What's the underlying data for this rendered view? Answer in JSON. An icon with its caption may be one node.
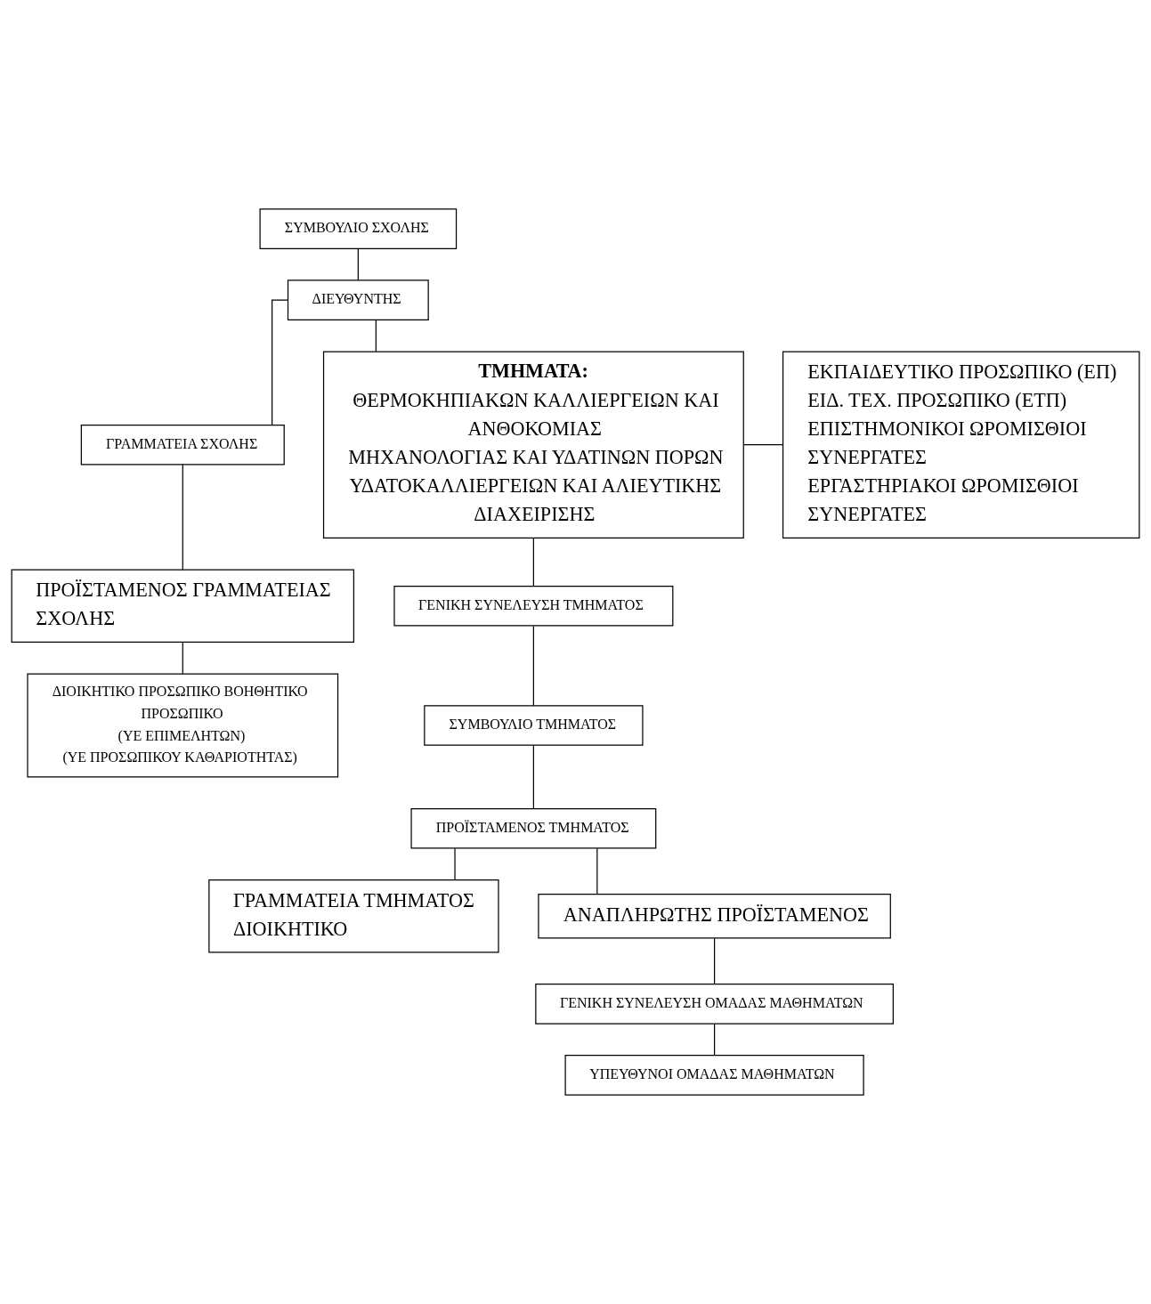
{
  "diagram": {
    "nodes": [
      {
        "text": [
          "ΣΥΜΒΟΥΛΙΟ ΣΧΟΛΗΣ"
        ]
      },
      {
        "text": [
          "ΔΙΕΥΘΥΝΤΗΣ"
        ]
      },
      {
        "text": [
          "ΓΡΑΜΜΑΤΕΙΑ ΣΧΟΛΗΣ"
        ]
      },
      {
        "text": [
          "ΠΡΟΪΣΤΑΜΕΝΟΣ ΓΡΑΜΜΑΤΕΙΑΣ  ΣΧΟΛΗΣ"
        ]
      },
      {
        "text": [
          "ΔΙΟΙΚΗΤΙΚΟ ΠΡΟΣΩΠΙΚΟ ΒΟΗΘΗΤΙΚΟ ΠΡΟΣΩΠΙΚΟ",
          "(ΥΕ ΕΠΙΜΕΛΗΤΩΝ)",
          "(ΥΕ ΠΡΟΣΩΠΙΚΟΥ ΚΑΘΑΡΙΟΤΗΤΑΣ)"
        ]
      },
      {
        "text": [
          "ΤΜΗΜΑΤΑ:",
          "ΘΕΡΜΟΚΗΠΙΑΚΩΝ ΚΑΛΛΙΕΡΓΕΙΩΝ ΚΑΙ ΑΝΘΟΚΟΜΙΑΣ",
          "ΜΗΧΑΝΟΛΟΓΙΑΣ ΚΑΙ ΥΔΑΤΙΝΩΝ ΠΟΡΩΝ",
          "ΥΔΑΤΟΚΑΛΛΙΕΡΓΕΙΩΝ ΚΑΙ ΑΛΙΕΥΤΙΚΗΣ ΔΙΑΧΕΙΡΙΣΗΣ"
        ]
      },
      {
        "text": [
          "ΕΚΠΑΙΔΕΥΤΙΚΟ ΠΡΟΣΩΠΙΚΟ (ΕΠ)",
          "ΕΙΔ. ΤΕΧ. ΠΡΟΣΩΠΙΚΟ (ΕΤΠ)",
          "ΕΠΙΣΤΗΜΟΝΙΚΟΙ ΩΡΟΜΙΣΘΙΟΙ ΣΥΝΕΡΓΑΤΕΣ",
          "ΕΡΓΑΣΤΗΡΙΑΚΟΙ ΩΡΟΜΙΣΘΙΟΙ ΣΥΝΕΡΓΑΤΕΣ"
        ]
      },
      {
        "text": [
          "ΓΕΝΙΚΗ ΣΥΝΕΛΕΥΣΗ ΤΜΗΜΑΤΟΣ"
        ]
      },
      {
        "text": [
          "ΣΥΜΒΟΥΛΙΟ ΤΜΗΜΑΤΟΣ"
        ]
      },
      {
        "text": [
          "ΠΡΟΪΣΤΑΜΕΝΟΣ ΤΜΗΜΑΤΟΣ"
        ]
      },
      {
        "text": [
          "ΓΡΑΜΜΑΤΕΙΑ ΤΜΗΜΑΤΟΣ ΔΙΟΙΚΗΤΙΚΟ"
        ]
      },
      {
        "text": [
          "ΑΝΑΠΛΗΡΩΤΗΣ ΠΡΟΪΣΤΑΜΕΝΟΣ"
        ]
      },
      {
        "text": [
          "ΓΕΝΙΚΗ ΣΥΝΕΛΕΥΣΗ ΟΜΑΔΑΣ ΜΑΘΗΜΑΤΩΝ"
        ]
      },
      {
        "text": [
          "ΥΠΕΥΘΥΝΟΙ ΟΜΑΔΑΣ ΜΑΘΗΜΑΤΩΝ"
        ]
      }
    ],
    "edges": [
      {
        "from": 0,
        "to": 1,
        "arrow": "none"
      },
      {
        "from": 1,
        "to": 5,
        "arrow": "none"
      },
      {
        "from": 1,
        "to": 2,
        "arrow": "none"
      },
      {
        "from": 2,
        "to": 3,
        "arrow": "none"
      },
      {
        "from": 3,
        "to": 4,
        "arrow": "none"
      },
      {
        "from": 5,
        "to": 6,
        "arrow": "none"
      },
      {
        "from": 5,
        "to": 7,
        "arrow": "none"
      },
      {
        "from": 7,
        "to": 8,
        "arrow": "none"
      },
      {
        "from": 8,
        "to": 9,
        "arrow": "none"
      },
      {
        "from": 9,
        "to": 10,
        "arrow": "none"
      },
      {
        "from": 9,
        "to": 11,
        "arrow": "none"
      },
      {
        "from": 11,
        "to": 12,
        "arrow": "none"
      },
      {
        "from": 12,
        "to": 13,
        "arrow": "none"
      }
    ]
  }
}
